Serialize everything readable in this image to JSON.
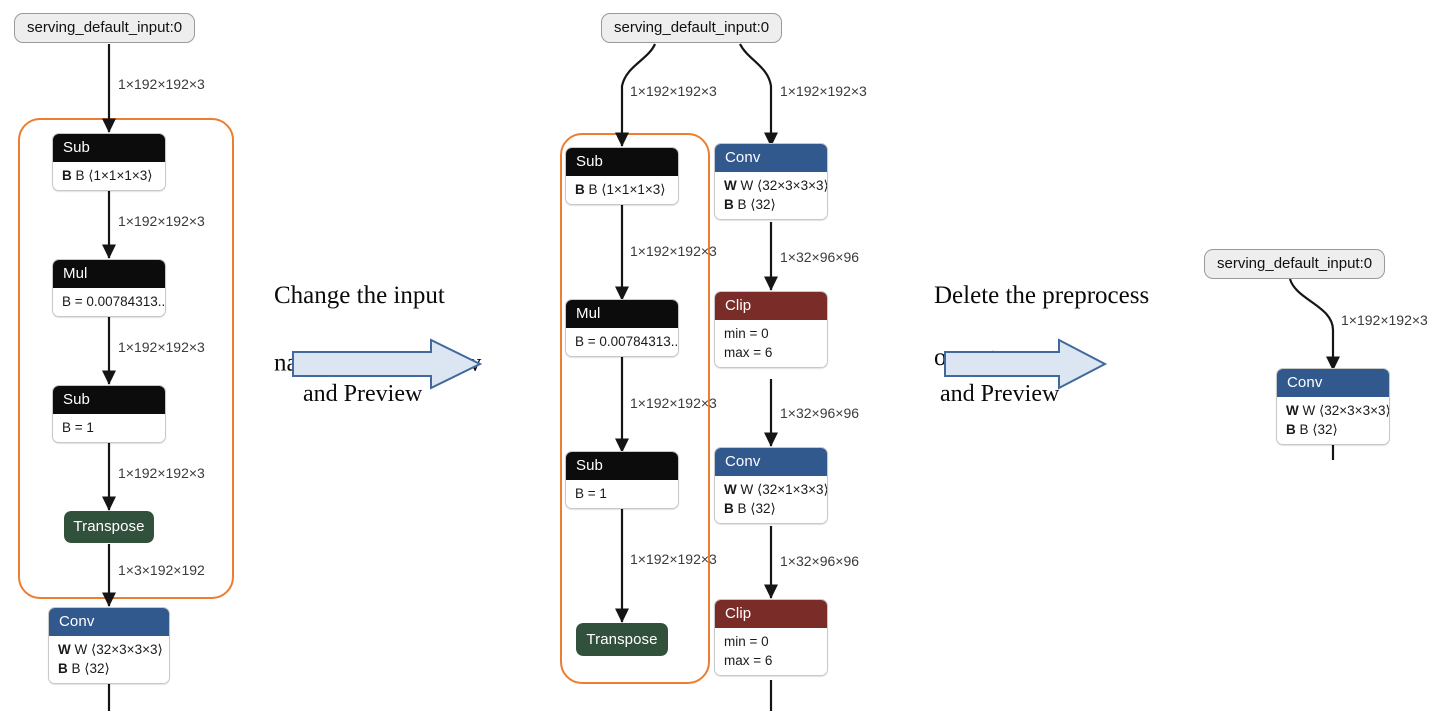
{
  "colors": {
    "accent_orange": "#ED7D31",
    "conv_blue": "#32598D",
    "clip_red": "#7A2D28",
    "transpose_green": "#32513D",
    "op_black": "#0C0C0C",
    "input_grey": "#EEEEEE",
    "arrow_fill": "#DCE6F2",
    "arrow_stroke": "#41699B",
    "edge_label": "#3B3B3B"
  },
  "stage1": {
    "input": {
      "label": "serving_default_input:0"
    },
    "edges": {
      "in_to_sub1": "1×192×192×3",
      "sub1_to_mul": "1×192×192×3",
      "mul_to_sub2": "1×192×192×3",
      "sub2_to_transpose": "1×192×192×3",
      "transpose_to_conv": "1×3×192×192"
    },
    "nodes": [
      {
        "type": "Sub",
        "rows": [
          "B ⟨1×1×1×3⟩"
        ]
      },
      {
        "type": "Mul",
        "rows": [
          "B = 0.00784313..."
        ]
      },
      {
        "type": "Sub",
        "rows": [
          "B = 1"
        ]
      },
      {
        "type": "Transpose",
        "rows": []
      },
      {
        "type": "Conv",
        "rows": [
          "W ⟨32×3×3×3⟩",
          "B ⟨32⟩"
        ]
      }
    ]
  },
  "annotation1": {
    "line1": "Change the input",
    "line2_pre": "name of the 1",
    "line2_sup": "st",
    "line2_post": " Conv",
    "below": "and Preview",
    "arrow": "right-arrow"
  },
  "stage2": {
    "input": {
      "label": "serving_default_input:0"
    },
    "edges": {
      "in_to_sub1": "1×192×192×3",
      "in_to_conv1": "1×192×192×3",
      "sub1_to_mul": "1×192×192×3",
      "mul_to_sub2": "1×192×192×3",
      "sub2_to_transpose": "1×192×192×3",
      "conv1_to_clip1": "1×32×96×96",
      "clip1_to_conv2": "1×32×96×96",
      "conv2_to_clip2": "1×32×96×96"
    },
    "left_nodes": [
      {
        "type": "Sub",
        "rows": [
          "B ⟨1×1×1×3⟩"
        ]
      },
      {
        "type": "Mul",
        "rows": [
          "B = 0.00784313..."
        ]
      },
      {
        "type": "Sub",
        "rows": [
          "B = 1"
        ]
      },
      {
        "type": "Transpose",
        "rows": []
      }
    ],
    "right_nodes": [
      {
        "type": "Conv",
        "rows": [
          "W ⟨32×3×3×3⟩",
          "B ⟨32⟩"
        ]
      },
      {
        "type": "Clip",
        "rows": [
          "min = 0",
          "max = 6"
        ]
      },
      {
        "type": "Conv",
        "rows": [
          "W ⟨32×1×3×3⟩",
          "B ⟨32⟩"
        ]
      },
      {
        "type": "Clip",
        "rows": [
          "min = 0",
          "max = 6"
        ]
      }
    ]
  },
  "annotation2": {
    "line1": "Delete the preprocess",
    "line2": "operators",
    "below": "and Preview",
    "arrow": "right-arrow"
  },
  "stage3": {
    "input": {
      "label": "serving_default_input:0"
    },
    "edges": {
      "in_to_conv": "1×192×192×3"
    },
    "nodes": [
      {
        "type": "Conv",
        "rows": [
          "W ⟨32×3×3×3⟩",
          "B ⟨32⟩"
        ]
      }
    ]
  }
}
